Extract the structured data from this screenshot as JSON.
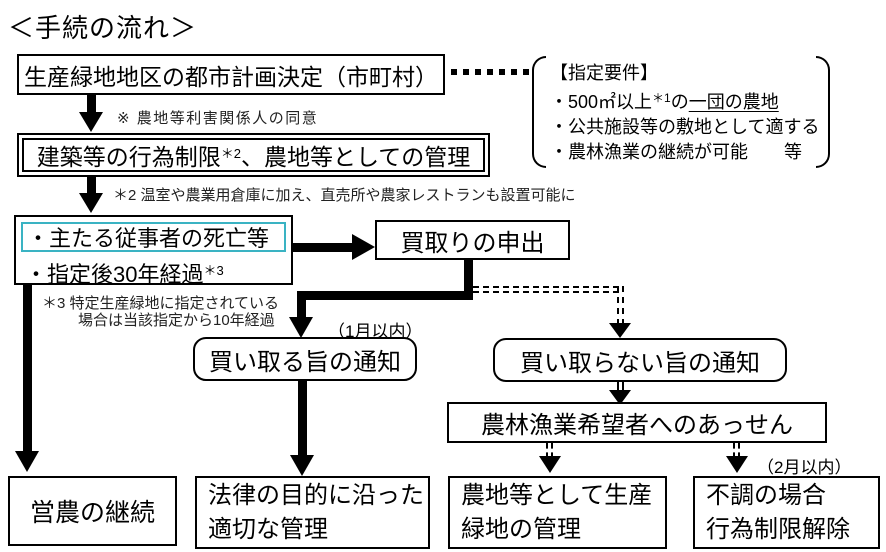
{
  "title": "＜手続の流れ＞",
  "flow": {
    "step1": "生産緑地地区の都市計画決定（市町村）",
    "step2": {
      "pre": "建築等の行為制限",
      "sup": "＊2",
      "post": "、農地等としての管理"
    },
    "trigger": {
      "line1": "・主たる従事者の死亡等",
      "line2": "・指定後30年経過",
      "line2_sup": "＊3"
    },
    "offer": "買取りの申出",
    "notice_buy": "買い取る旨の通知",
    "notice_not_buy": "買い取らない旨の通知",
    "mediation": "農林漁業希望者へのあっせん",
    "outcome_farming": "営農の継続",
    "outcome_management": {
      "line1": "法律の目的に沿った",
      "line2": "適切な管理"
    },
    "outcome_green": {
      "line1": "農地等として生産",
      "line2": "緑地の管理"
    },
    "outcome_release": {
      "line1": "不調の場合",
      "line2": "行為制限解除"
    }
  },
  "requirements": {
    "heading": "【指定要件】",
    "item1": {
      "pre": "・500㎡以上",
      "sup": "＊1",
      "mid": "の",
      "underlined": "一団の農地"
    },
    "item2": "・公共施設等の敷地として適する",
    "item3": "・農林漁業の継続が可能",
    "item3_tail": "等"
  },
  "notes": {
    "consent": "※ 農地等利害関係人の同意",
    "note2": "＊2 温室や農業用倉庫に加え、直売所や農家レストランも設置可能に",
    "note3_line1": "＊3 特定生産緑地に指定されている",
    "note3_line2": "場合は当該指定から10年経過",
    "within_1_month": "（1月以内）",
    "within_2_months": "（2月以内）"
  },
  "colors": {
    "highlight": "#3AB3C3",
    "ink": "#000000"
  }
}
